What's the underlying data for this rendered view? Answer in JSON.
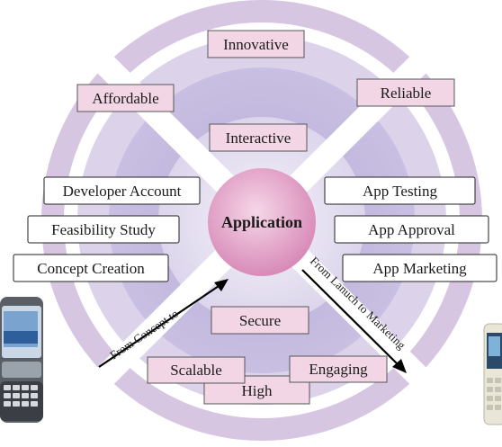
{
  "colors": {
    "ring_outer": "#d6c6e2",
    "ring_inner": "#b7add8",
    "quad_light": "#e9e4f2",
    "center_fill": "#e7a9cd",
    "pink_box": "#f3d6e6",
    "pink_box_border": "#555555",
    "white_box_border": "#222222",
    "divider": "#ffffff",
    "arrow": "#000000"
  },
  "center": {
    "label": "Application"
  },
  "outer_ring_labels": {
    "top": "Innovative",
    "top_left": "Affordable",
    "top_right": "Reliable",
    "bottom": "High"
  },
  "inner_ring_labels": {
    "top": "Interactive",
    "bottom": "Secure",
    "bottom_left": "Scalable",
    "bottom_right": "Engaging"
  },
  "left_steps": [
    "Developer Account",
    "Feasibility Study",
    "Concept Creation"
  ],
  "right_steps": [
    "App Testing",
    "App Approval",
    "App Marketing"
  ],
  "arrows": {
    "left": "From Concept to",
    "right": "From Lanuch to Marketing"
  },
  "icons": {
    "left_device": "smartphone-icon",
    "right_device": "mobile-phone-icon"
  }
}
